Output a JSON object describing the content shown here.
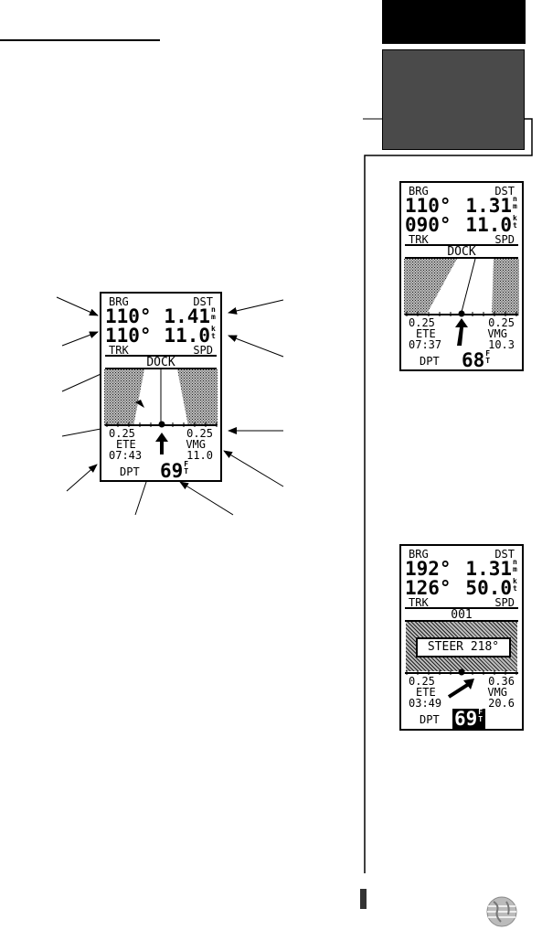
{
  "screen_main": {
    "brg_label": "BRG",
    "dst_label": "DST",
    "brg_value": "110°",
    "dst_value": "1.41",
    "dst_unit": "n m",
    "trk_value": "110°",
    "spd_value": "11.0",
    "spd_unit": "k t",
    "trk_label": "TRK",
    "spd_label": "SPD",
    "waypoint": "DOCK",
    "scale_left": "0.25",
    "scale_right": "0.25",
    "ete_label": "ETE",
    "vmg_label": "VMG",
    "ete_value": "07:43",
    "vmg_value": "11.0",
    "dpt_label": "DPT",
    "dpt_value": "69",
    "dpt_unit": "F T"
  },
  "screen_right_top": {
    "brg_label": "BRG",
    "dst_label": "DST",
    "brg_value": "110°",
    "dst_value": "1.31",
    "dst_unit": "n m",
    "trk_value": "090°",
    "spd_value": "11.0",
    "spd_unit": "k t",
    "trk_label": "TRK",
    "spd_label": "SPD",
    "waypoint": "DOCK",
    "scale_left": "0.25",
    "scale_right": "0.25",
    "ete_label": "ETE",
    "vmg_label": "VMG",
    "ete_value": "07:37",
    "vmg_value": "10.3",
    "dpt_label": "DPT",
    "dpt_value": "68",
    "dpt_unit": "F T"
  },
  "screen_right_bottom": {
    "brg_label": "BRG",
    "dst_label": "DST",
    "brg_value": "192°",
    "dst_value": "1.31",
    "dst_unit": "n m",
    "trk_value": "126°",
    "spd_value": "50.0",
    "spd_unit": "k t",
    "trk_label": "TRK",
    "spd_label": "SPD",
    "waypoint": "001",
    "steer_text": "STEER 218°",
    "scale_left": "0.25",
    "scale_right": "0.36",
    "ete_label": "ETE",
    "vmg_label": "VMG",
    "ete_value": "03:49",
    "vmg_value": "20.6",
    "dpt_label": "DPT",
    "dpt_value": "69",
    "dpt_unit": "F T"
  },
  "icons": [
    "arrow-pointer-icon",
    "globe-logo-icon",
    "boat-arrow-icon"
  ]
}
